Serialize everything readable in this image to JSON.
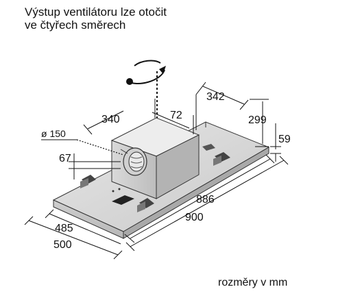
{
  "caption": {
    "line1": "Výstup ventilátoru lze otočit",
    "line2": "ve čtyřech směrech"
  },
  "dimensions": {
    "d342": "342",
    "d340": "340",
    "d72": "72",
    "d299": "299",
    "d150": "ø 150",
    "d59": "59",
    "d67": "67",
    "d886": "886",
    "d900": "900",
    "d485": "485",
    "d500": "500"
  },
  "units_note": "rozměry v mm"
}
